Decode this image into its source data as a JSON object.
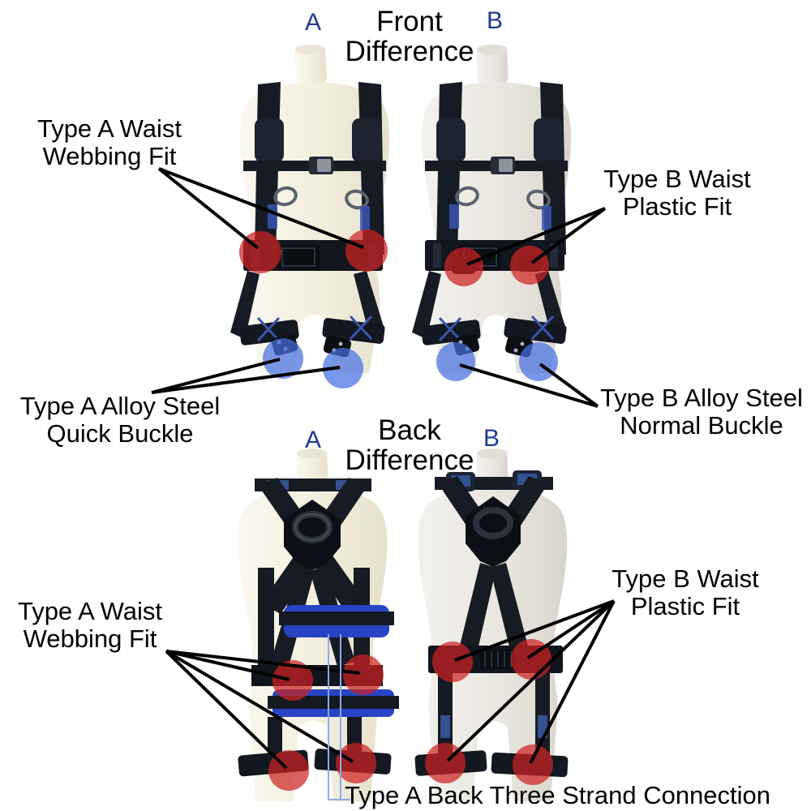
{
  "sections": {
    "front": {
      "marker_a": "A",
      "marker_b": "B",
      "title_line1": "Front",
      "title_line2": "Difference",
      "labels": {
        "left": {
          "line1": "Type A Waist",
          "line2": "Webbing Fit"
        },
        "right": {
          "line1": "Type B Waist",
          "line2": "Plastic Fit"
        },
        "bottom_left": {
          "line1": "Type A Alloy Steel",
          "line2": "Quick Buckle"
        },
        "bottom_right": {
          "line1": "Type B Alloy Steel",
          "line2": "Normal Buckle"
        }
      }
    },
    "back": {
      "marker_a": "A",
      "marker_b": "B",
      "title_line1": "Back",
      "title_line2": "Difference",
      "labels": {
        "left": {
          "line1": "Type A Waist",
          "line2": "Webbing Fit"
        },
        "right": {
          "line1": "Type B Waist",
          "line2": "Plastic Fit"
        },
        "bottom": {
          "text": "Type A Back Three Strand Connection"
        }
      }
    }
  },
  "colors": {
    "ab_label": "#1e3a93",
    "annotation_text": "#000000",
    "marker_red": "#cd2323",
    "marker_blue": "#4670e0",
    "arrow": "#000000",
    "bracket_blue": "#8fa8f0",
    "harness_dark": "#171b24",
    "harness_pad_blue": "#2744c4",
    "mannequin": "#f4f1e6"
  }
}
